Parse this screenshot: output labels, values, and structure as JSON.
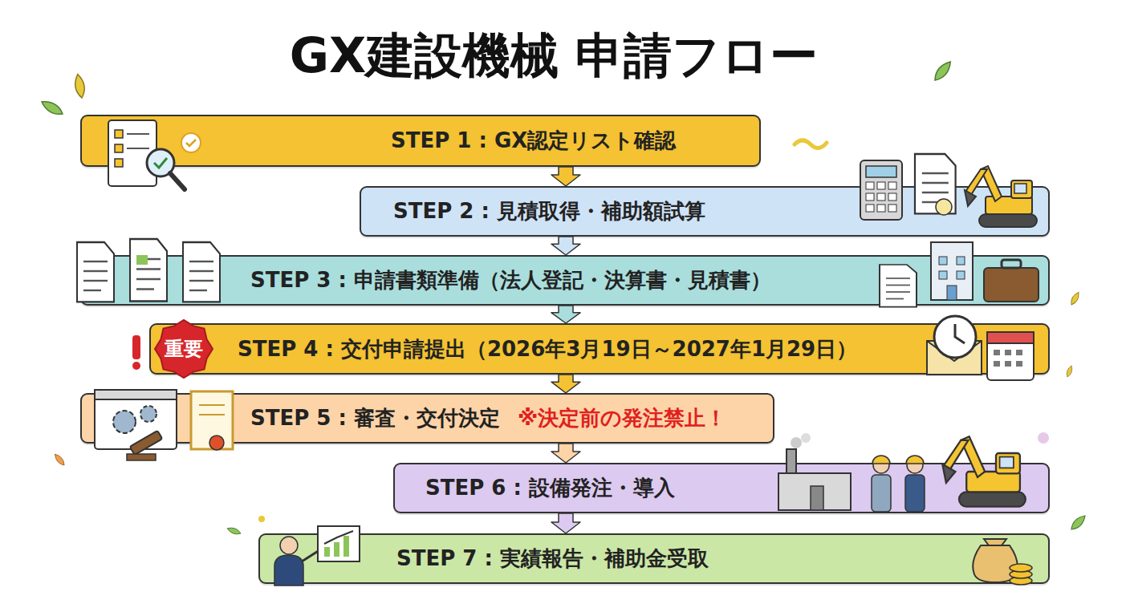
{
  "diagram": {
    "title": "GX建設機械 申請フロー",
    "nodes": [
      {
        "text": [
          "STEP 1 : GX認定リスト確認"
        ]
      },
      {
        "text": [
          "STEP 2 : 見積取得・補助額試算"
        ]
      },
      {
        "text": [
          "STEP 3 : 申請書類準備（法人登記・決算書・見積書）"
        ]
      },
      {
        "text": [
          "STEP 4 : 交付申請提出（2026年3月19日～2027年1月29日）"
        ]
      },
      {
        "text": [
          "STEP 5 : 審査・交付決定",
          "※決定前の発注禁止！"
        ]
      },
      {
        "text": [
          "STEP 6 : 設備発注・導入"
        ]
      },
      {
        "text": [
          "STEP 7 : 実績報告・補助金受取"
        ]
      }
    ],
    "edges": [
      {
        "from": 0,
        "to": 1,
        "arrow": "to"
      },
      {
        "from": 1,
        "to": 2,
        "arrow": "to"
      },
      {
        "from": 2,
        "to": 3,
        "arrow": "to"
      },
      {
        "from": 3,
        "to": 4,
        "arrow": "to"
      },
      {
        "from": 4,
        "to": 5,
        "arrow": "to"
      },
      {
        "from": 5,
        "to": 6,
        "arrow": "to"
      }
    ],
    "labels": [
      "重要"
    ]
  }
}
